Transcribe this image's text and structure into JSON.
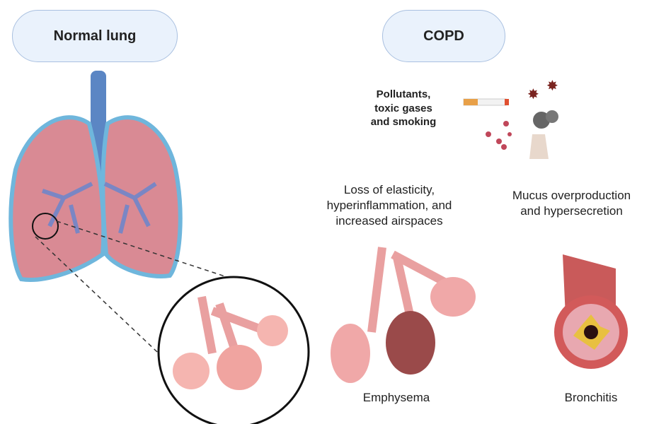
{
  "headers": {
    "normal": "Normal lung",
    "copd": "COPD"
  },
  "causes": {
    "line1": "Pollutants,",
    "line2": "toxic gases",
    "line3": "and smoking"
  },
  "emphysema_desc": {
    "line1": "Loss of elasticity,",
    "line2": "hyperinflammation, and",
    "line3": "increased airspaces"
  },
  "bronchitis_desc": {
    "line1": "Mucus overproduction",
    "line2": "and hypersecretion"
  },
  "labels": {
    "emphysema": "Emphysema",
    "bronchitis": "Bronchitis"
  }
}
